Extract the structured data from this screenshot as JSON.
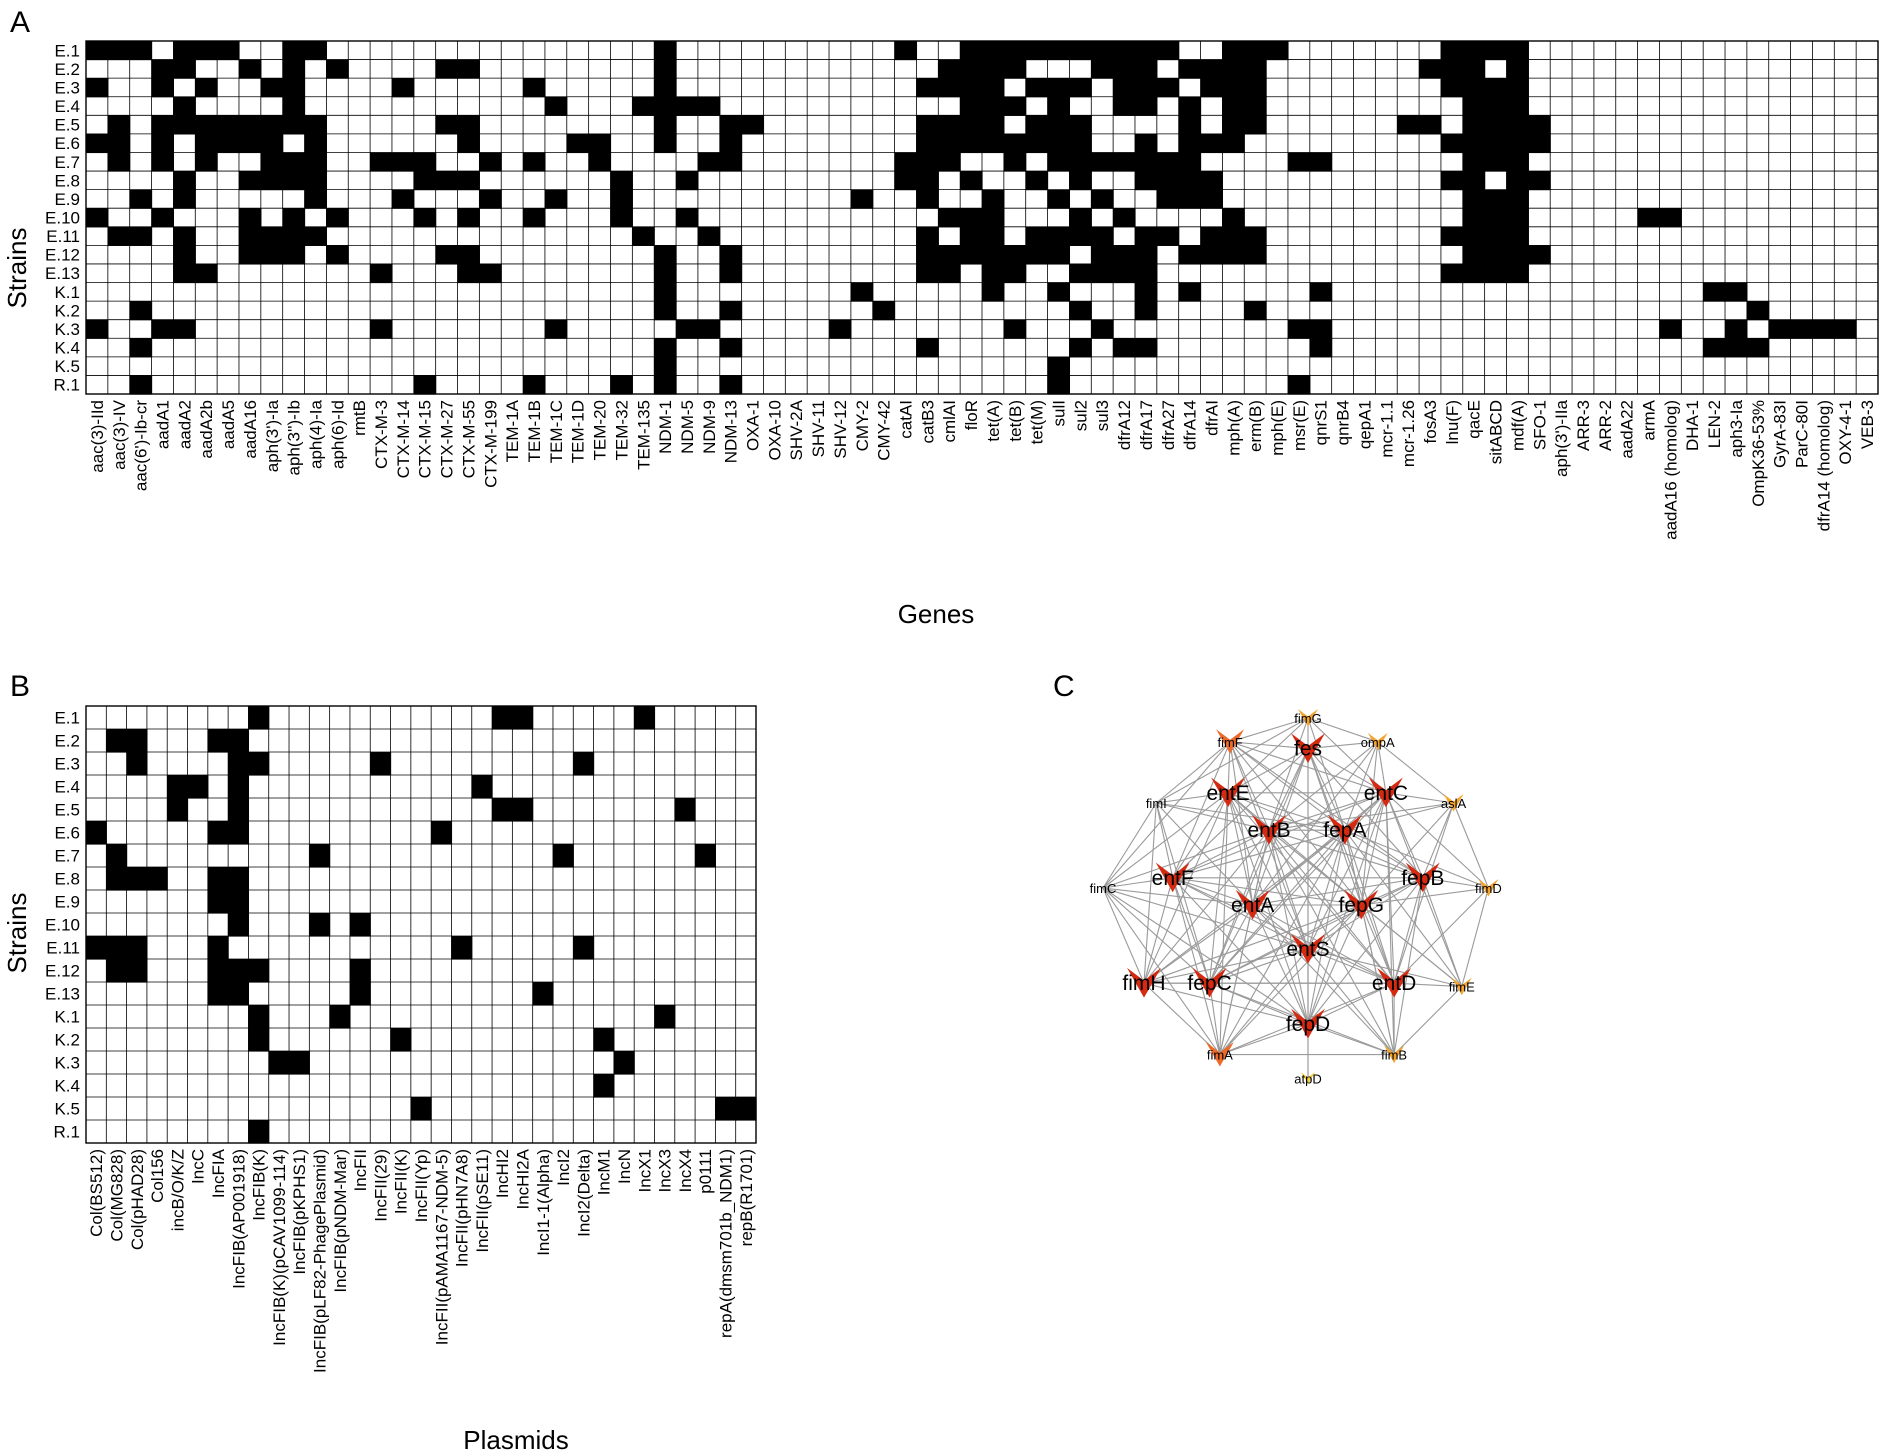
{
  "figure": {
    "panel_labels": [
      "A",
      "B",
      "C"
    ]
  },
  "chart_data": [
    {
      "type": "heatmap",
      "panel": "A",
      "xlabel": "Genes",
      "ylabel": "Strains",
      "legend": "none",
      "colors": {
        "present": "#000000",
        "absent": "#ffffff",
        "grid": "#000000"
      },
      "rows": [
        "E.1",
        "E.2",
        "E.3",
        "E.4",
        "E.5",
        "E.6",
        "E.7",
        "E.8",
        "E.9",
        "E.10",
        "E.11",
        "E.12",
        "E.13",
        "K.1",
        "K.2",
        "K.3",
        "K.4",
        "K.5",
        "R.1"
      ],
      "columns": [
        "aac(3)-IId",
        "aac(3)-IV",
        "aac(6')-Ib-cr",
        "aadA1",
        "aadA2",
        "aadA2b",
        "aadA5",
        "aadA16",
        "aph(3')-Ia",
        "aph(3'')-Ib",
        "aph(4)-Ia",
        "aph(6)-Id",
        "rmtB",
        "CTX-M-3",
        "CTX-M-14",
        "CTX-M-15",
        "CTX-M-27",
        "CTX-M-55",
        "CTX-M-199",
        "TEM-1A",
        "TEM-1B",
        "TEM-1C",
        "TEM-1D",
        "TEM-20",
        "TEM-32",
        "TEM-135",
        "NDM-1",
        "NDM-5",
        "NDM-9",
        "NDM-13",
        "OXA-1",
        "OXA-10",
        "SHV-2A",
        "SHV-11",
        "SHV-12",
        "CMY-2",
        "CMY-42",
        "catAI",
        "catB3",
        "cmlAI",
        "floR",
        "tet(A)",
        "tet(B)",
        "tet(M)",
        "sulI",
        "sul2",
        "sul3",
        "dfrA12",
        "dfrA17",
        "dfrA27",
        "dfrA14",
        "dfrAI",
        "mph(A)",
        "erm(B)",
        "mph(E)",
        "msr(E)",
        "qnrS1",
        "qnrB4",
        "qepA1",
        "mcr-1.1",
        "mcr-1.26",
        "fosA3",
        "lnu(F)",
        "qacE",
        "sitABCD",
        "mdf(A)",
        "SFO-1",
        "aph(3')-IIa",
        "ARR-3",
        "ARR-2",
        "aadA22",
        "armA",
        "aadA16 (homolog)",
        "DHA-1",
        "LEN-2",
        "aph3-Ia",
        "OmpK36-53%",
        "GyrA-83I",
        "ParC-80I",
        "dfrA14 (homolog)",
        "OXY-4-1",
        "VEB-3"
      ],
      "matrix": [
        "111011100110000000000000001000000000010011111111110011100000001111000000000000000000",
        "000110010101000011000000001000000000000111100011101111000000011101000000000000000000",
        "100101001100001000001000001000000000001111011101110111000000001111000000000000000000",
        "000010000100000000000100011110000000000011101001101011000000000111000000000000000000",
        "010111111110000011000000001001100000001111011100001011000000110111100000000000000000",
        "110101111010000001000011001001000000001111111100101110000000001111100000000000000000",
        "010101001110011100101001000011000000011100101111111000011000000111000000000000000000",
        "000010011110000111000000100100000000011010010100111100000000001101100000000000000000",
        "001010000010001000100100100000000001001001001010011100000000000111000000000000000000",
        "100100010101000101001000100100000000000111000101000010000000000111000001100000000000",
        "011010011110000000000000010010000000001011011110110111000000001111000000000000000000",
        "000010011101000011000000001001000000001111111011101111000000000111100000000000000000",
        "000011000000010001100000001001000000001101100111100000000000001111000000000000000000",
        "000000000000000000000000001000000001000001001000101000001000000000000000001100000000",
        "001000000000000000000000001001000000100000000100100001000000000000000000000010000000",
        "100110000000010000000100000110000010000000100010000000011000000000000000100101111000",
        "001000000000000000000000001001000000001000000101100000001000000000000000001110000000",
        "000000000000000000000000001000000000000000001000000000000000000000000000000000000011",
        "001000000000000100001000101001000000000000001000000000010000000000000000000000000000"
      ]
    },
    {
      "type": "heatmap",
      "panel": "B",
      "xlabel": "Plasmids",
      "ylabel": "Strains",
      "legend": "none",
      "colors": {
        "present": "#000000",
        "absent": "#ffffff",
        "grid": "#000000"
      },
      "rows": [
        "E.1",
        "E.2",
        "E.3",
        "E.4",
        "E.5",
        "E.6",
        "E.7",
        "E.8",
        "E.9",
        "E.10",
        "E.11",
        "E.12",
        "E.13",
        "K.1",
        "K.2",
        "K.3",
        "K.4",
        "K.5",
        "R.1"
      ],
      "columns": [
        "Col(BS512)",
        "Col(MG828)",
        "Col(pHAD28)",
        "Col156",
        "incB/O/K/Z",
        "IncC",
        "IncFIA",
        "IncFIB(AP001918)",
        "IncFIB(K)",
        "IncFIB(K)(pCAV1099-114)",
        "IncFIB(pKPHS1)",
        "IncFIB(pLF82-PhagePlasmid)",
        "IncFIB(pNDM-Mar)",
        "IncFII",
        "IncFII(29)",
        "IncFII(K)",
        "IncFII(Yp)",
        "IncFII(pAMA1167-NDM-5)",
        "IncFII(pHN7A8)",
        "IncFII(pSE11)",
        "IncHI2",
        "IncHI2A",
        "IncI1-1(Alpha)",
        "IncI2",
        "IncI2(Delta)",
        "IncM1",
        "IncN",
        "IncX1",
        "IncX3",
        "IncX4",
        "p0111",
        "repA(dmsm701b_NDM1)",
        "repB(R1701)"
      ],
      "matrix": [
        "000000001000000000001100000100000",
        "011000110000000000000000000000000",
        "001000011000001000000000100000000",
        "000011010000000000010000000000000",
        "000010010000000000001100000001000",
        "100000110000000001000000000000000",
        "010000000001000000000001000000100",
        "011100110000000000000000000000000",
        "000000110000000000000000000000000",
        "000000010001010000000000000000000",
        "111000100000000000100000100000000",
        "011000111000010000000000000000000",
        "000000110000010000000010000000000",
        "000000001000100000000000000010000",
        "000000001000000100000000010000000",
        "000000000110000000000000001000000",
        "000000000000000000000000010000000",
        "000000000000000010000000000000011",
        "000000001000000000000000000000000"
      ]
    },
    {
      "type": "network",
      "panel": "C",
      "colors": {
        "edge": "#9a9a9a",
        "hub": "#d42a12",
        "mid": "#ec6a2a",
        "leaf": "#f3a52e",
        "tiny": "#f7d038"
      },
      "nodes": [
        {
          "id": "fimG",
          "label": "fimG",
          "level": "leaf",
          "x": 1.0,
          "y": 0.0
        },
        {
          "id": "fimF",
          "label": "fimF",
          "level": "mid",
          "x": 0.62,
          "y": 0.07
        },
        {
          "id": "fes",
          "label": "fes",
          "level": "hub",
          "x": 1.0,
          "y": 0.09
        },
        {
          "id": "ompA",
          "label": "ompA",
          "level": "leaf",
          "x": 1.34,
          "y": 0.07
        },
        {
          "id": "entE",
          "label": "entE",
          "level": "hub",
          "x": 0.61,
          "y": 0.22
        },
        {
          "id": "entC",
          "label": "entC",
          "level": "hub",
          "x": 1.38,
          "y": 0.22
        },
        {
          "id": "fimI",
          "label": "fimI",
          "level": "none",
          "x": 0.26,
          "y": 0.25
        },
        {
          "id": "aslA",
          "label": "aslA",
          "level": "leaf",
          "x": 1.71,
          "y": 0.25
        },
        {
          "id": "entB",
          "label": "entB",
          "level": "hub",
          "x": 0.81,
          "y": 0.33
        },
        {
          "id": "fepA",
          "label": "fepA",
          "level": "hub",
          "x": 1.18,
          "y": 0.33
        },
        {
          "id": "fimC",
          "label": "fimC",
          "level": "none",
          "x": 0.0,
          "y": 0.5
        },
        {
          "id": "entF",
          "label": "entF",
          "level": "hub",
          "x": 0.34,
          "y": 0.47
        },
        {
          "id": "fepB",
          "label": "fepB",
          "level": "hub",
          "x": 1.56,
          "y": 0.47
        },
        {
          "id": "fimD",
          "label": "fimD",
          "level": "leaf",
          "x": 1.88,
          "y": 0.5
        },
        {
          "id": "entA",
          "label": "entA",
          "level": "hub",
          "x": 0.73,
          "y": 0.55
        },
        {
          "id": "fepG",
          "label": "fepG",
          "level": "hub",
          "x": 1.26,
          "y": 0.55
        },
        {
          "id": "entS",
          "label": "entS",
          "level": "hub",
          "x": 1.0,
          "y": 0.68
        },
        {
          "id": "fimH",
          "label": "fimH",
          "level": "hub",
          "x": 0.2,
          "y": 0.78
        },
        {
          "id": "fepC",
          "label": "fepC",
          "level": "hub",
          "x": 0.52,
          "y": 0.78
        },
        {
          "id": "entD",
          "label": "entD",
          "level": "hub",
          "x": 1.42,
          "y": 0.78
        },
        {
          "id": "fimE",
          "label": "fimE",
          "level": "leaf",
          "x": 1.75,
          "y": 0.79
        },
        {
          "id": "fepD",
          "label": "fepD",
          "level": "hub",
          "x": 1.0,
          "y": 0.9
        },
        {
          "id": "fimA",
          "label": "fimA",
          "level": "mid",
          "x": 0.57,
          "y": 0.99
        },
        {
          "id": "fimB",
          "label": "fimB",
          "level": "leaf",
          "x": 1.42,
          "y": 0.99
        },
        {
          "id": "atpD",
          "label": "atpD",
          "level": "tiny",
          "x": 1.0,
          "y": 1.06
        }
      ],
      "edges": [
        [
          "fimG",
          "fimF"
        ],
        [
          "fimG",
          "fes"
        ],
        [
          "fimG",
          "ompA"
        ],
        [
          "fimG",
          "entE"
        ],
        [
          "fimG",
          "entC"
        ],
        [
          "fimG",
          "fepA"
        ],
        [
          "fimG",
          "entB"
        ],
        [
          "fimG",
          "fimI"
        ],
        [
          "fimF",
          "fes"
        ],
        [
          "fimF",
          "entE"
        ],
        [
          "fimF",
          "entC"
        ],
        [
          "fimF",
          "entB"
        ],
        [
          "fimF",
          "fepA"
        ],
        [
          "fimF",
          "fimI"
        ],
        [
          "fimF",
          "entF"
        ],
        [
          "fimF",
          "entA"
        ],
        [
          "fimF",
          "fepG"
        ],
        [
          "fimF",
          "entS"
        ],
        [
          "fimF",
          "fimC"
        ],
        [
          "fimF",
          "fepB"
        ],
        [
          "fes",
          "entE"
        ],
        [
          "fes",
          "entC"
        ],
        [
          "fes",
          "entB"
        ],
        [
          "fes",
          "fepA"
        ],
        [
          "fes",
          "entA"
        ],
        [
          "fes",
          "fepG"
        ],
        [
          "fes",
          "entS"
        ],
        [
          "fes",
          "fepD"
        ],
        [
          "fes",
          "fepC"
        ],
        [
          "fes",
          "entD"
        ],
        [
          "fes",
          "entF"
        ],
        [
          "fes",
          "fepB"
        ],
        [
          "fes",
          "ompA"
        ],
        [
          "ompA",
          "entC"
        ],
        [
          "ompA",
          "fepA"
        ],
        [
          "ompA",
          "entB"
        ],
        [
          "ompA",
          "aslA"
        ],
        [
          "ompA",
          "fepG"
        ],
        [
          "ompA",
          "entA"
        ],
        [
          "entE",
          "entB"
        ],
        [
          "entE",
          "fepA"
        ],
        [
          "entE",
          "entF"
        ],
        [
          "entE",
          "entA"
        ],
        [
          "entE",
          "fepG"
        ],
        [
          "entE",
          "entS"
        ],
        [
          "entE",
          "fepD"
        ],
        [
          "entE",
          "fepC"
        ],
        [
          "entE",
          "fimH"
        ],
        [
          "entE",
          "fimC"
        ],
        [
          "entE",
          "fimI"
        ],
        [
          "entE",
          "entD"
        ],
        [
          "entE",
          "fepB"
        ],
        [
          "entE",
          "fimA"
        ],
        [
          "entE",
          "entC"
        ],
        [
          "entC",
          "entB"
        ],
        [
          "entC",
          "fepA"
        ],
        [
          "entC",
          "fepB"
        ],
        [
          "entC",
          "fepG"
        ],
        [
          "entC",
          "entA"
        ],
        [
          "entC",
          "entS"
        ],
        [
          "entC",
          "fepD"
        ],
        [
          "entC",
          "entD"
        ],
        [
          "entC",
          "fimD"
        ],
        [
          "entC",
          "aslA"
        ],
        [
          "entC",
          "fepC"
        ],
        [
          "entC",
          "entF"
        ],
        [
          "entC",
          "fimE"
        ],
        [
          "entC",
          "fimB"
        ],
        [
          "fimI",
          "entB"
        ],
        [
          "fimI",
          "entF"
        ],
        [
          "fimI",
          "fimC"
        ],
        [
          "fimI",
          "entA"
        ],
        [
          "fimI",
          "fepC"
        ],
        [
          "fimI",
          "fimH"
        ],
        [
          "fimI",
          "fepA"
        ],
        [
          "aslA",
          "fepA"
        ],
        [
          "aslA",
          "fepB"
        ],
        [
          "aslA",
          "fepG"
        ],
        [
          "aslA",
          "entD"
        ],
        [
          "aslA",
          "fimD"
        ],
        [
          "aslA",
          "entB"
        ],
        [
          "entB",
          "fepA"
        ],
        [
          "entB",
          "entF"
        ],
        [
          "entB",
          "entA"
        ],
        [
          "entB",
          "fepG"
        ],
        [
          "entB",
          "entS"
        ],
        [
          "entB",
          "fepD"
        ],
        [
          "entB",
          "fepC"
        ],
        [
          "entB",
          "entD"
        ],
        [
          "entB",
          "fimH"
        ],
        [
          "entB",
          "fimA"
        ],
        [
          "entB",
          "fepB"
        ],
        [
          "entB",
          "fimC"
        ],
        [
          "entB",
          "fimE"
        ],
        [
          "entB",
          "fimB"
        ],
        [
          "fepA",
          "entA"
        ],
        [
          "fepA",
          "fepG"
        ],
        [
          "fepA",
          "entS"
        ],
        [
          "fepA",
          "fepD"
        ],
        [
          "fepA",
          "fepC"
        ],
        [
          "fepA",
          "entD"
        ],
        [
          "fepA",
          "fepB"
        ],
        [
          "fepA",
          "entF"
        ],
        [
          "fepA",
          "fimH"
        ],
        [
          "fepA",
          "fimA"
        ],
        [
          "fepA",
          "fimB"
        ],
        [
          "fepA",
          "fimE"
        ],
        [
          "fepA",
          "fimD"
        ],
        [
          "fimC",
          "entF"
        ],
        [
          "fimC",
          "entA"
        ],
        [
          "fimC",
          "fimH"
        ],
        [
          "fimC",
          "fepC"
        ],
        [
          "fimC",
          "fimA"
        ],
        [
          "fimC",
          "entS"
        ],
        [
          "fimC",
          "fepD"
        ],
        [
          "entF",
          "entA"
        ],
        [
          "entF",
          "fepG"
        ],
        [
          "entF",
          "entS"
        ],
        [
          "entF",
          "fepD"
        ],
        [
          "entF",
          "fepC"
        ],
        [
          "entF",
          "fimH"
        ],
        [
          "entF",
          "fimA"
        ],
        [
          "entF",
          "entD"
        ],
        [
          "entF",
          "fepB"
        ],
        [
          "fepB",
          "fepG"
        ],
        [
          "fepB",
          "entA"
        ],
        [
          "fepB",
          "entS"
        ],
        [
          "fepB",
          "fepD"
        ],
        [
          "fepB",
          "entD"
        ],
        [
          "fepB",
          "fimD"
        ],
        [
          "fepB",
          "fimE"
        ],
        [
          "fepB",
          "fepC"
        ],
        [
          "fepB",
          "fimB"
        ],
        [
          "fimD",
          "fepG"
        ],
        [
          "fimD",
          "entD"
        ],
        [
          "fimD",
          "fimE"
        ],
        [
          "entA",
          "fepG"
        ],
        [
          "entA",
          "entS"
        ],
        [
          "entA",
          "fepD"
        ],
        [
          "entA",
          "fepC"
        ],
        [
          "entA",
          "entD"
        ],
        [
          "entA",
          "fimH"
        ],
        [
          "entA",
          "fimA"
        ],
        [
          "entA",
          "fimB"
        ],
        [
          "fepG",
          "entS"
        ],
        [
          "fepG",
          "fepD"
        ],
        [
          "fepG",
          "fepC"
        ],
        [
          "fepG",
          "entD"
        ],
        [
          "fepG",
          "fimE"
        ],
        [
          "fepG",
          "fimB"
        ],
        [
          "fepG",
          "fimA"
        ],
        [
          "fepG",
          "fimH"
        ],
        [
          "entS",
          "fepD"
        ],
        [
          "entS",
          "fepC"
        ],
        [
          "entS",
          "entD"
        ],
        [
          "entS",
          "fimH"
        ],
        [
          "entS",
          "fimA"
        ],
        [
          "entS",
          "fimB"
        ],
        [
          "entS",
          "fimE"
        ],
        [
          "entS",
          "atpD"
        ],
        [
          "fimH",
          "fepC"
        ],
        [
          "fimH",
          "fimA"
        ],
        [
          "fimH",
          "fepD"
        ],
        [
          "fimH",
          "entD"
        ],
        [
          "fepC",
          "fepD"
        ],
        [
          "fepC",
          "fimA"
        ],
        [
          "fepC",
          "entD"
        ],
        [
          "fepC",
          "fimB"
        ],
        [
          "entD",
          "fepD"
        ],
        [
          "entD",
          "fimE"
        ],
        [
          "entD",
          "fimB"
        ],
        [
          "entD",
          "fimA"
        ],
        [
          "fepD",
          "fimA"
        ],
        [
          "fepD",
          "fimB"
        ],
        [
          "fepD",
          "atpD"
        ],
        [
          "fimA",
          "fimB"
        ],
        [
          "fimE",
          "fimB"
        ]
      ]
    }
  ]
}
